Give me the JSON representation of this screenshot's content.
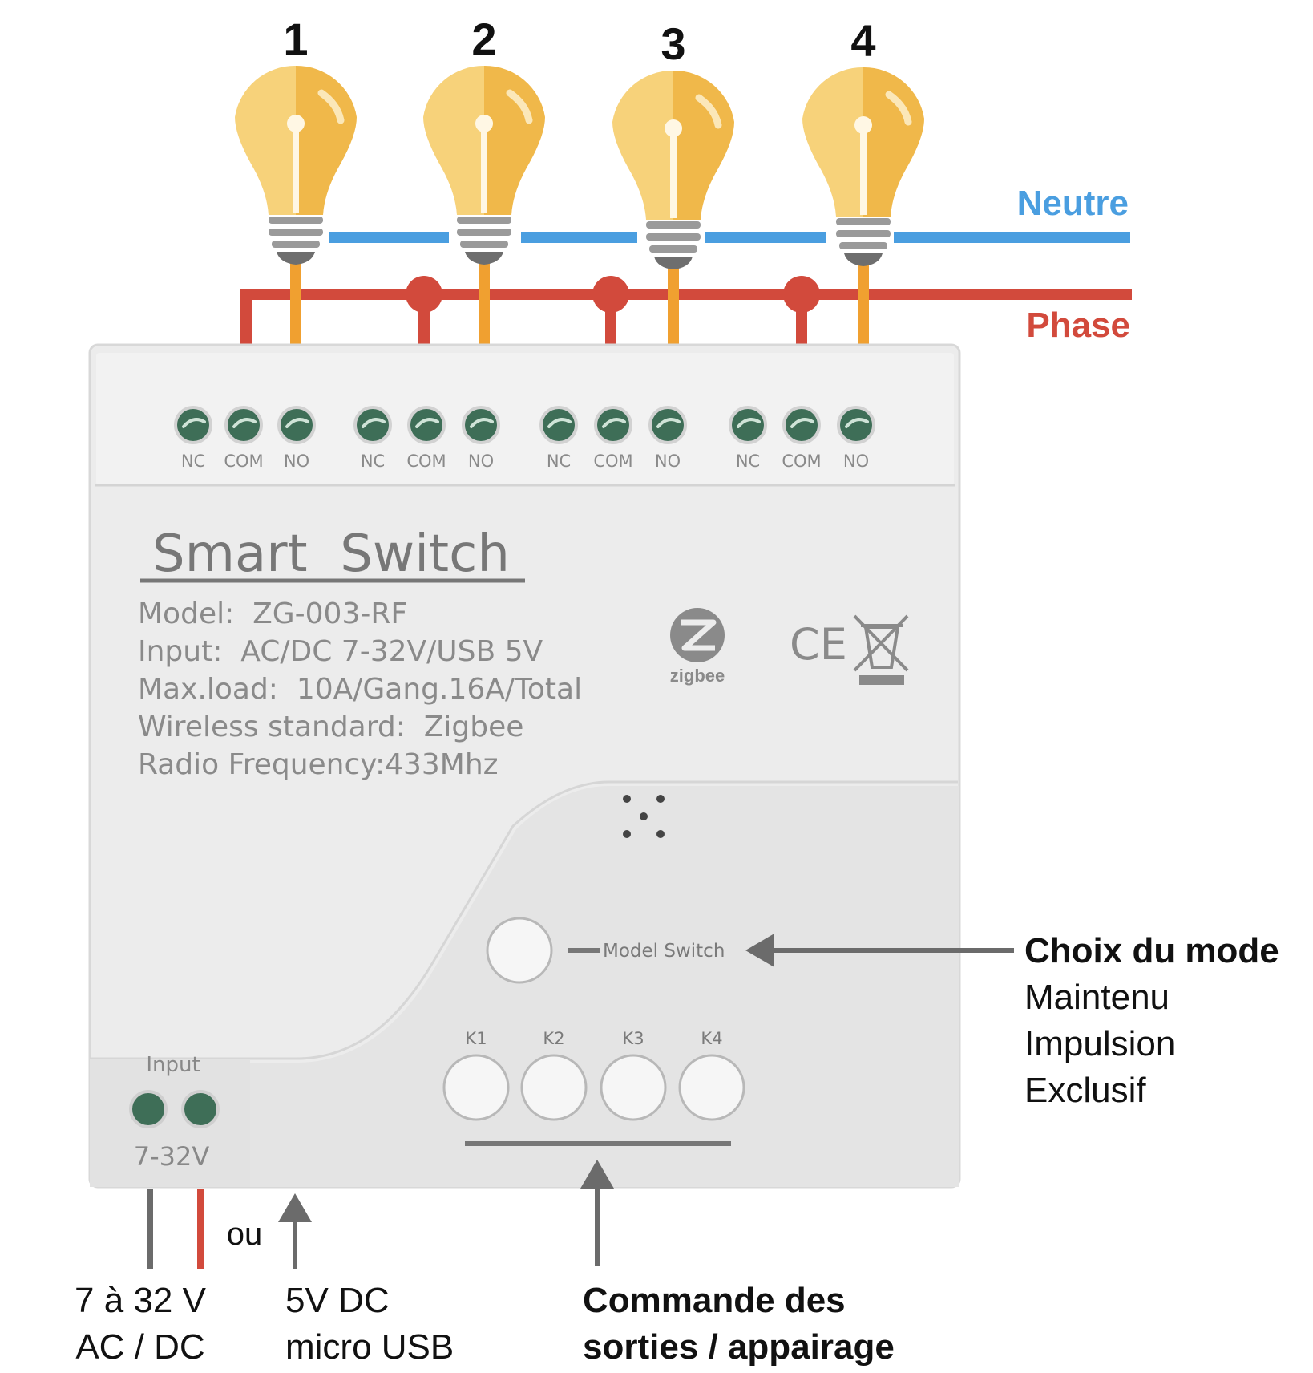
{
  "colors": {
    "neutral": "#4a9ee0",
    "phase": "#d24a3c",
    "load_wire": "#f0a030",
    "bulb_light": "#f7d27a",
    "bulb_dark": "#f0b84a",
    "device": "#ececec",
    "terminal": "#3e6e57",
    "annotation_arrow": "#6b6b6b",
    "power_black": "#6b6b6b",
    "power_red": "#d24a3c"
  },
  "bulbs": [
    {
      "number": "1",
      "icon": "light-bulb-icon"
    },
    {
      "number": "2",
      "icon": "light-bulb-icon"
    },
    {
      "number": "3",
      "icon": "light-bulb-icon"
    },
    {
      "number": "4",
      "icon": "light-bulb-icon"
    }
  ],
  "wires": {
    "neutral_label": "Neutre",
    "phase_label": "Phase"
  },
  "device": {
    "terminal_labels": [
      "NC",
      "COM",
      "NO",
      "NC",
      "COM",
      "NO",
      "NC",
      "COM",
      "NO",
      "NC",
      "COM",
      "NO"
    ],
    "title": "Smart  Switch",
    "specs": [
      "Model:  ZG-003-RF",
      "Input:  AC/DC 7-32V/USB 5V",
      "Max.load:  10A/Gang.16A/Total",
      "Wireless standard:  Zigbee",
      "Radio Frequency:433Mhz"
    ],
    "zigbee_logo_text": "zigbee",
    "ce_mark": "CE",
    "mode_button_label": "Model Switch",
    "k_buttons": [
      "K1",
      "K2",
      "K3",
      "K4"
    ],
    "input_label": "Input",
    "input_range": "7-32V"
  },
  "annotations": {
    "mode": {
      "title": "Choix du mode",
      "options": [
        "Maintenu",
        "Impulsion",
        "Exclusif"
      ]
    },
    "power_or": "ou",
    "power_ac_dc": [
      "7 à 32 V",
      "AC / DC"
    ],
    "power_usb": [
      "5V DC",
      "micro USB"
    ],
    "outputs": [
      "Commande des",
      "sorties / appairage"
    ]
  }
}
